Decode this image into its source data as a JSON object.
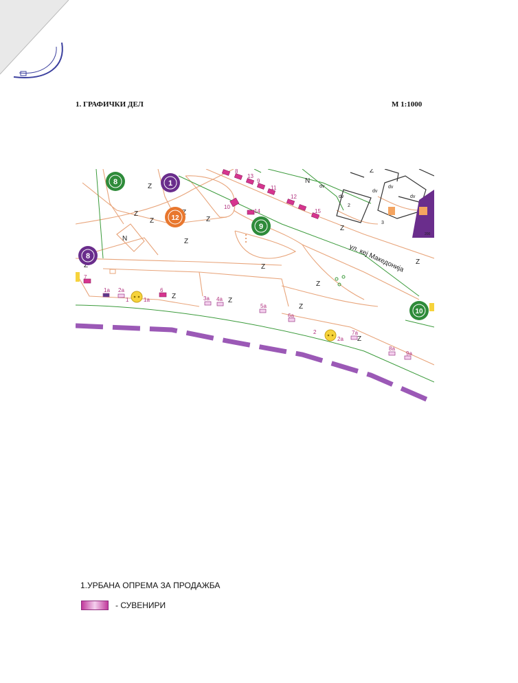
{
  "header": {
    "section_title": "1. ГРАФИЧКИ  ДЕЛ",
    "scale": "М 1:1000"
  },
  "map": {
    "street_label": "ул. кеј Македонија",
    "big_markers": [
      {
        "label": "8",
        "color": "#2e8b3a",
        "kind": "green"
      },
      {
        "label": "1",
        "color": "#6a2d8c",
        "kind": "purple"
      },
      {
        "label": "12",
        "color": "#e8772e",
        "kind": "orange"
      },
      {
        "label": "9",
        "color": "#2e8b3a",
        "kind": "green"
      },
      {
        "label": "8",
        "color": "#6a2d8c",
        "kind": "purple"
      },
      {
        "label": "10",
        "color": "#2e8b3a",
        "kind": "green"
      }
    ],
    "kiosk_labels": [
      "7",
      "8",
      "13",
      "9",
      "11",
      "10",
      "14",
      "12",
      "15",
      "1a",
      "2a",
      "1",
      "1a",
      "6",
      "3a",
      "4a",
      "5a",
      "6a",
      "2",
      "2a",
      "7a",
      "8a",
      "9a"
    ],
    "building_labels": [
      "dv",
      "dv",
      "dv",
      "dv",
      "dv",
      "2",
      "3",
      "200"
    ],
    "z_marks": [
      "Z",
      "N"
    ]
  },
  "legend": {
    "title": "1.УРБАНА ОПРЕМА ЗА ПРОДАЖБА",
    "items": [
      {
        "label": "- СУВЕНИРИ",
        "color": "#c13a9b"
      }
    ]
  },
  "colors": {
    "kiosk": "#d6358f",
    "path": "#e8a47a",
    "boundary": "#3a9a3a",
    "dash": "#9b59b6",
    "water_yellow": "#f6d33c"
  }
}
